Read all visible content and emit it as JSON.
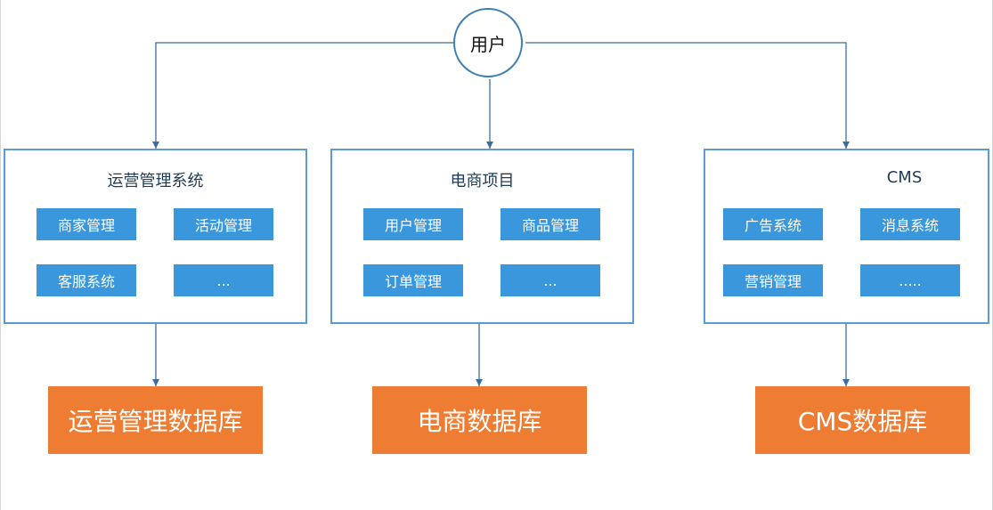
{
  "user_node": {
    "label": "用户"
  },
  "systems": [
    {
      "title": "运营管理系统",
      "modules": [
        "商家管理",
        "活动管理",
        "客服系统",
        "..."
      ],
      "database": "运营管理数据库"
    },
    {
      "title": "电商项目",
      "modules": [
        "用户管理",
        "商品管理",
        "订单管理",
        "..."
      ],
      "database": "电商数据库"
    },
    {
      "title": "CMS",
      "modules": [
        "广告系统",
        "消息系统",
        "营销管理",
        "....."
      ],
      "database": "CMS数据库"
    }
  ],
  "colors": {
    "connector": "#3b6e9e",
    "system_border": "#5b9bd5",
    "module_fill": "#3a97db",
    "database_fill": "#ee7d33"
  }
}
